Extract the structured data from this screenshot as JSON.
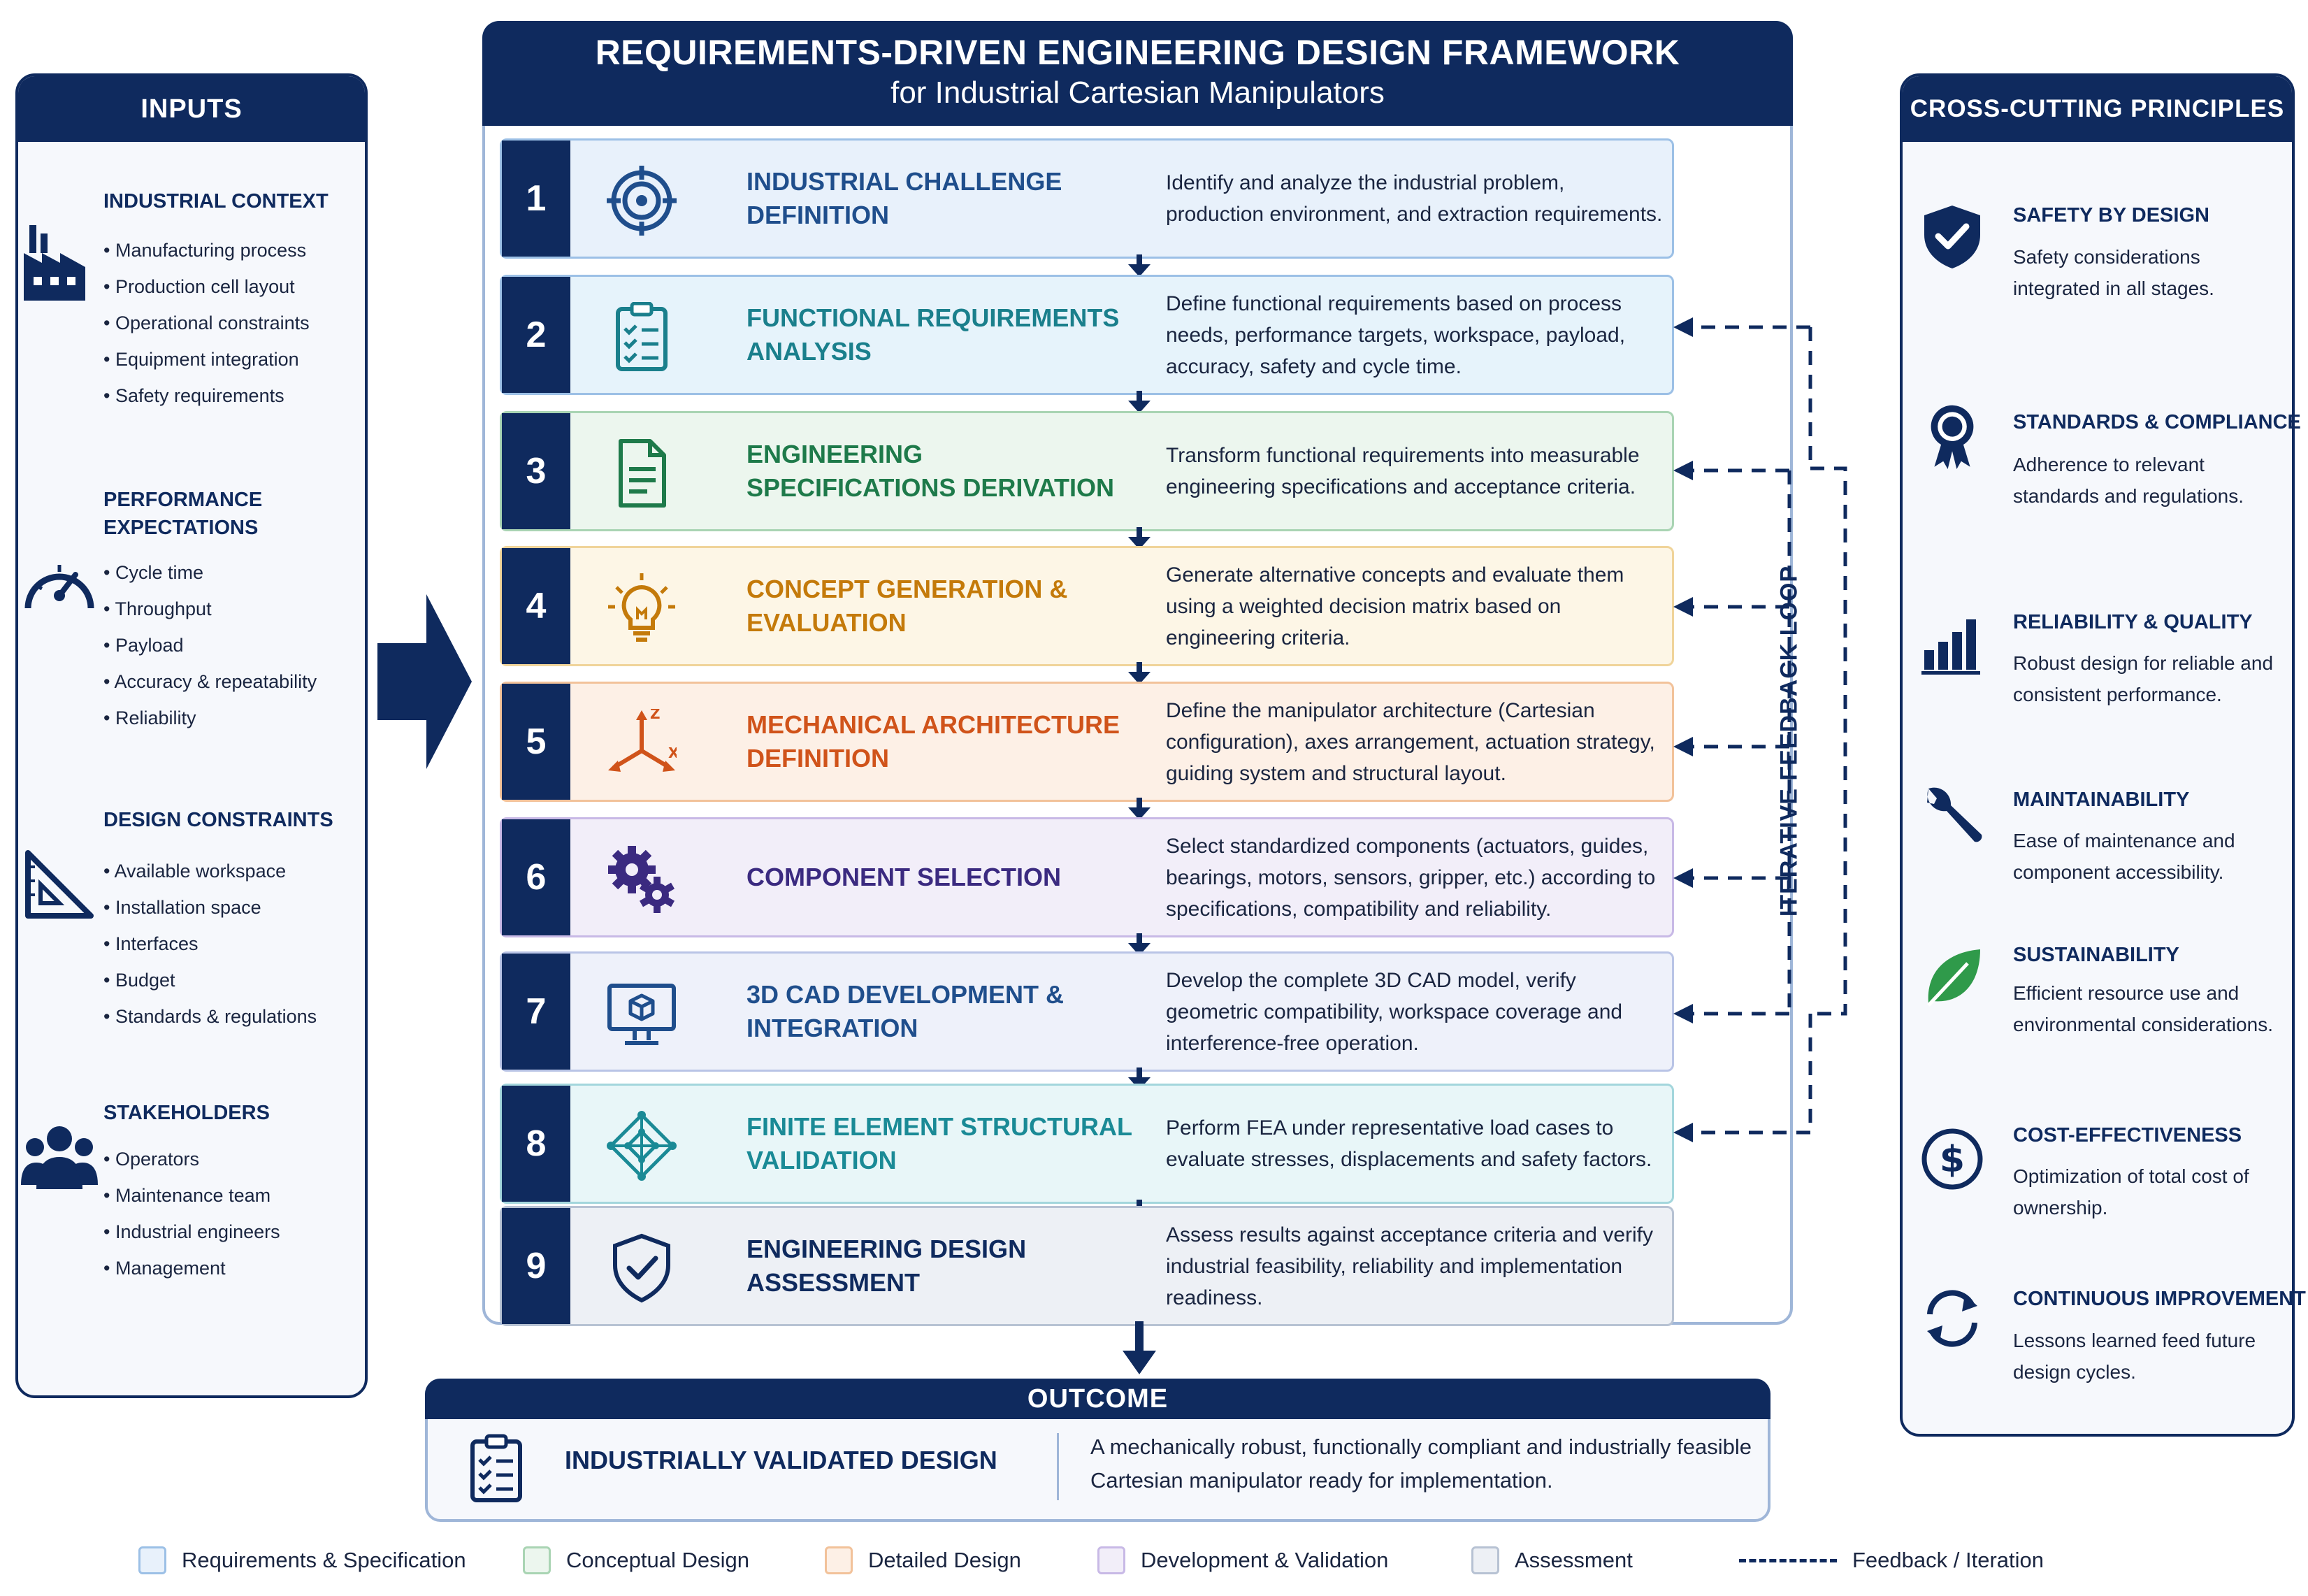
{
  "title": {
    "main": "REQUIREMENTS-DRIVEN ENGINEERING DESIGN FRAMEWORK",
    "sub": "for Industrial Cartesian Manipulators"
  },
  "inputs": {
    "heading": "INPUTS",
    "groups": [
      {
        "title": "INDUSTRIAL CONTEXT",
        "icon": "factory-icon",
        "items": [
          "Manufacturing process",
          "Production cell layout",
          "Operational constraints",
          "Equipment integration",
          "Safety requirements"
        ]
      },
      {
        "title": "PERFORMANCE EXPECTATIONS",
        "icon": "gauge-icon",
        "items": [
          "Cycle time",
          "Throughput",
          "Payload",
          "Accuracy & repeatability",
          "Reliability"
        ]
      },
      {
        "title": "DESIGN CONSTRAINTS",
        "icon": "set-square-icon",
        "items": [
          "Available workspace",
          "Installation space",
          "Interfaces",
          "Budget",
          "Standards & regulations"
        ]
      },
      {
        "title": "STAKEHOLDERS",
        "icon": "people-icon",
        "items": [
          "Operators",
          "Maintenance team",
          "Industrial engineers",
          "Management"
        ]
      }
    ]
  },
  "steps": [
    {
      "num": "1",
      "title": "INDUSTRIAL CHALLENGE DEFINITION",
      "icon": "target-icon",
      "phase": "Requirements & Specification",
      "color": "#1f4e8c",
      "bg": "#e8f1fb",
      "border": "#9cc0e6",
      "desc": "Identify and analyze the industrial problem, production environment, and extraction requirements."
    },
    {
      "num": "2",
      "title": "FUNCTIONAL REQUIREMENTS ANALYSIS",
      "icon": "checklist-icon",
      "phase": "Requirements & Specification",
      "color": "#1a7f8c",
      "bg": "#e6f3fb",
      "border": "#9cc0e6",
      "desc": "Define functional requirements based on process needs, performance targets, workspace, payload, accuracy, safety and cycle time."
    },
    {
      "num": "3",
      "title": "ENGINEERING SPECIFICATIONS DERIVATION",
      "icon": "document-icon",
      "phase": "Conceptual Design",
      "color": "#1e7a4a",
      "bg": "#ecf6ee",
      "border": "#a9d4b3",
      "desc": "Transform functional requirements into measurable engineering specifications and acceptance criteria."
    },
    {
      "num": "4",
      "title": "CONCEPT GENERATION & EVALUATION",
      "icon": "lightbulb-icon",
      "phase": "Conceptual Design",
      "color": "#c47a0a",
      "bg": "#fdf6e6",
      "border": "#f0d49a",
      "desc": "Generate alternative concepts and evaluate them using a weighted decision matrix based on engineering criteria."
    },
    {
      "num": "5",
      "title": "MECHANICAL ARCHITECTURE DEFINITION",
      "icon": "axes-icon",
      "phase": "Detailed Design",
      "color": "#d0531a",
      "bg": "#fdf0e6",
      "border": "#f2c29a",
      "desc": "Define the manipulator architecture (Cartesian configuration), axes arrangement, actuation strategy, guiding system and structural layout."
    },
    {
      "num": "6",
      "title": "COMPONENT SELECTION",
      "icon": "gears-icon",
      "phase": "Development & Validation",
      "color": "#3b2a80",
      "bg": "#f2eef9",
      "border": "#c8b9e6",
      "desc": "Select standardized components (actuators, guides, bearings, motors, sensors, gripper, etc.) according to specifications, compatibility and reliability."
    },
    {
      "num": "7",
      "title": "3D CAD DEVELOPMENT & INTEGRATION",
      "icon": "monitor-cube-icon",
      "phase": "Development & Validation",
      "color": "#1f4e8c",
      "bg": "#eef1fa",
      "border": "#b9c4e6",
      "desc": "Develop the complete 3D CAD model, verify geometric compatibility, workspace coverage and interference-free operation."
    },
    {
      "num": "8",
      "title": "FINITE ELEMENT STRUCTURAL VALIDATION",
      "icon": "mesh-icon",
      "phase": "Development & Validation",
      "color": "#1a8a96",
      "bg": "#e8f6f8",
      "border": "#a3d6dc",
      "desc": "Perform FEA under representative load cases to evaluate stresses, displacements and safety factors."
    },
    {
      "num": "9",
      "title": "ENGINEERING DESIGN ASSESSMENT",
      "icon": "shield-check-icon",
      "phase": "Assessment",
      "color": "#0f2a5e",
      "bg": "#edf0f5",
      "border": "#b7c2d3",
      "desc": "Assess results against acceptance criteria and verify industrial feasibility, reliability and implementation readiness."
    }
  ],
  "feedback": {
    "label": "ITERATIVE FEEDBACK LOOP"
  },
  "outcome": {
    "heading": "OUTCOME",
    "title": "INDUSTRIALLY VALIDATED DESIGN",
    "desc": "A mechanically robust, functionally compliant and industrially feasible Cartesian manipulator ready for implementation.",
    "icon": "clipboard-check-icon"
  },
  "principles": {
    "heading": "CROSS-CUTTING PRINCIPLES",
    "items": [
      {
        "title": "SAFETY BY DESIGN",
        "desc": "Safety considerations integrated in all stages.",
        "icon": "shield-check-icon"
      },
      {
        "title": "STANDARDS & COMPLIANCE",
        "desc": "Adherence to relevant standards and regulations.",
        "icon": "award-ribbon-icon"
      },
      {
        "title": "RELIABILITY & QUALITY",
        "desc": "Robust design for reliable and consistent performance.",
        "icon": "bar-chart-icon"
      },
      {
        "title": "MAINTAINABILITY",
        "desc": "Ease of maintenance and component accessibility.",
        "icon": "wrench-icon"
      },
      {
        "title": "SUSTAINABILITY",
        "desc": "Efficient resource use and environmental considerations.",
        "icon": "leaf-icon"
      },
      {
        "title": "COST-EFFECTIVENESS",
        "desc": "Optimization of total cost of ownership.",
        "icon": "dollar-circle-icon"
      },
      {
        "title": "CONTINUOUS IMPROVEMENT",
        "desc": "Lessons learned feed future design cycles.",
        "icon": "cycle-arrows-icon"
      }
    ]
  },
  "legend": [
    {
      "label": "Requirements & Specification",
      "color": "#9cc0e6",
      "fill": "#e8f1fb"
    },
    {
      "label": "Conceptual Design",
      "color": "#a9d4b3",
      "fill": "#ecf6ee"
    },
    {
      "label": "Detailed Design",
      "color": "#f2c29a",
      "fill": "#fdf0e6"
    },
    {
      "label": "Development & Validation",
      "color": "#c8b9e6",
      "fill": "#f2eef9"
    },
    {
      "label": "Assessment",
      "color": "#b7c2d3",
      "fill": "#edf0f5"
    },
    {
      "label": "Feedback / Iteration",
      "style": "dashed"
    }
  ],
  "colors": {
    "navy": "#0f2a5e",
    "frame_border": "#9fb6d8"
  }
}
